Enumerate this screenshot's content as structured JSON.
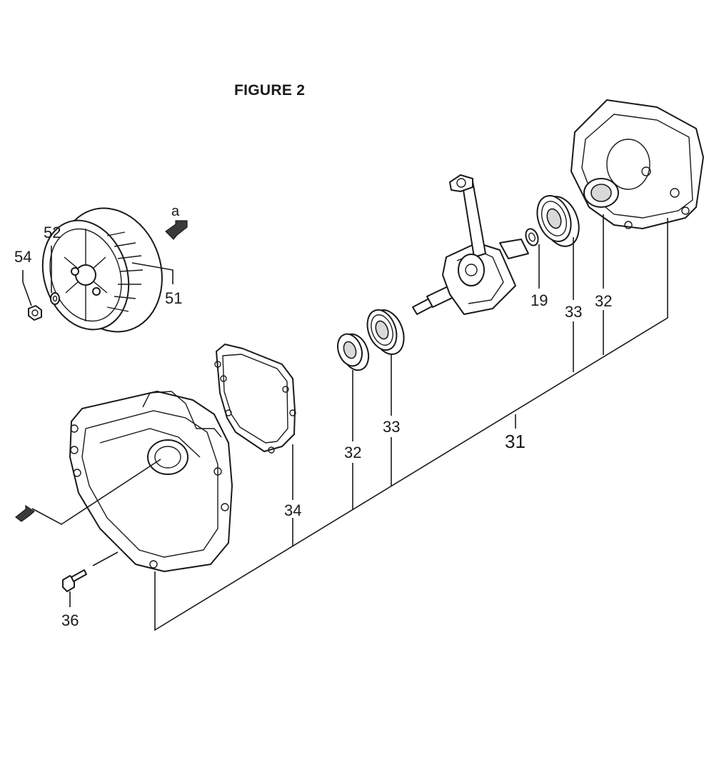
{
  "figure_title": "FIGURE 2",
  "direction_letter": "a",
  "callouts": {
    "p54": "54",
    "p52": "52",
    "p51": "51",
    "p19": "19",
    "p33_right": "33",
    "p32_right": "32",
    "p33_left": "33",
    "p32_left": "32",
    "p31": "31",
    "p34": "34",
    "p36": "36"
  },
  "colors": {
    "line": "#1a1a1a",
    "background": "#ffffff"
  }
}
